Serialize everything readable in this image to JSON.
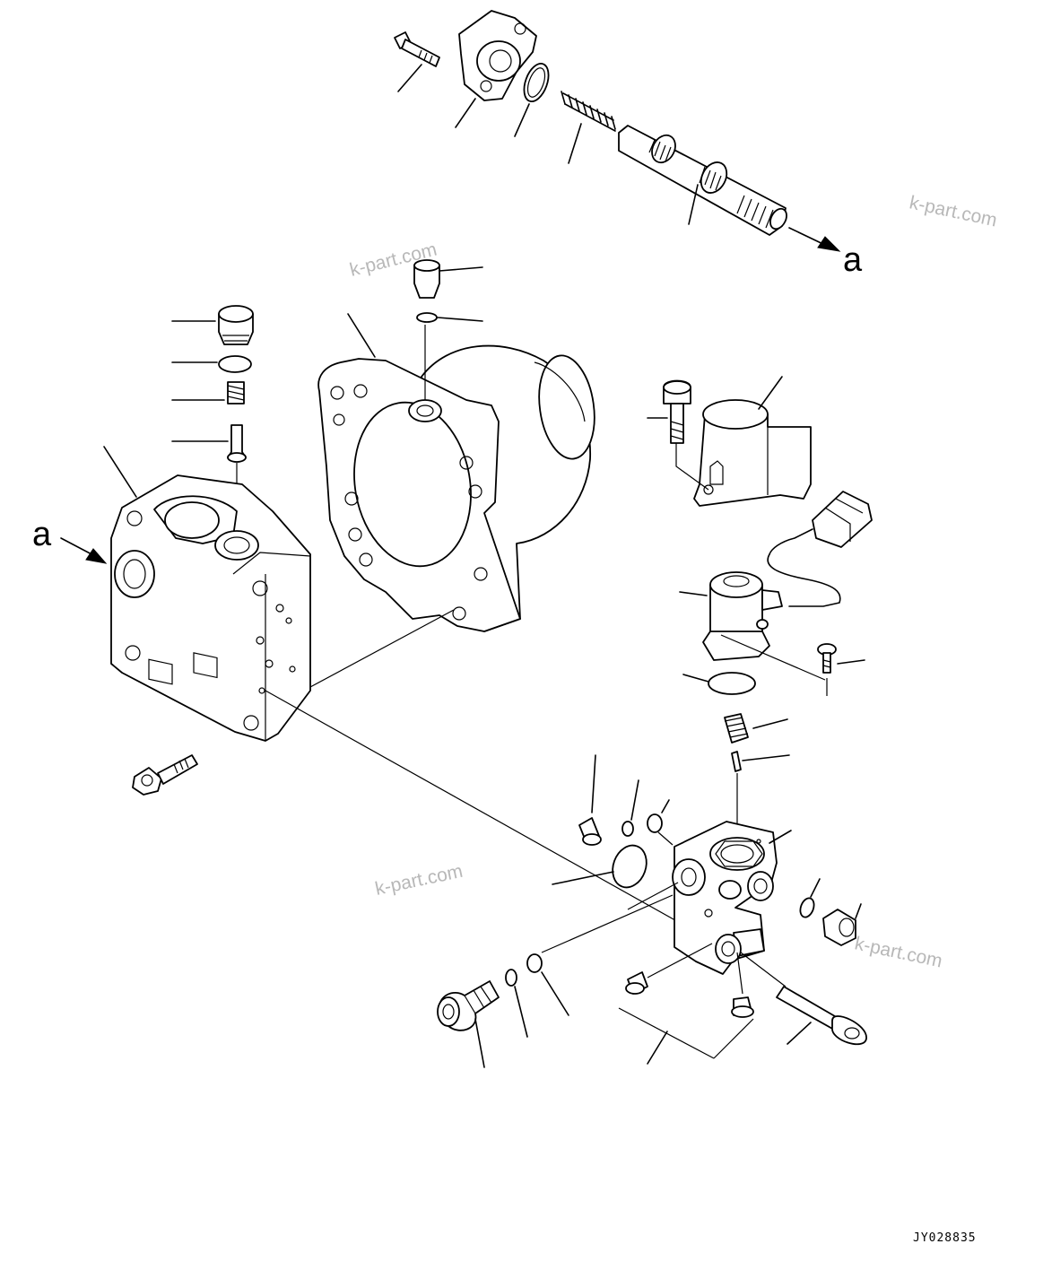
{
  "view_labels": {
    "arrow_top": "a",
    "arrow_left": "a"
  },
  "watermarks": [
    "k-part.com",
    "k-part.com",
    "k-part.com",
    "k-part.com"
  ],
  "drawing_code": "JY028835",
  "colors": {
    "line": "#000000",
    "background": "#ffffff",
    "watermark": "#b8b8b8"
  }
}
